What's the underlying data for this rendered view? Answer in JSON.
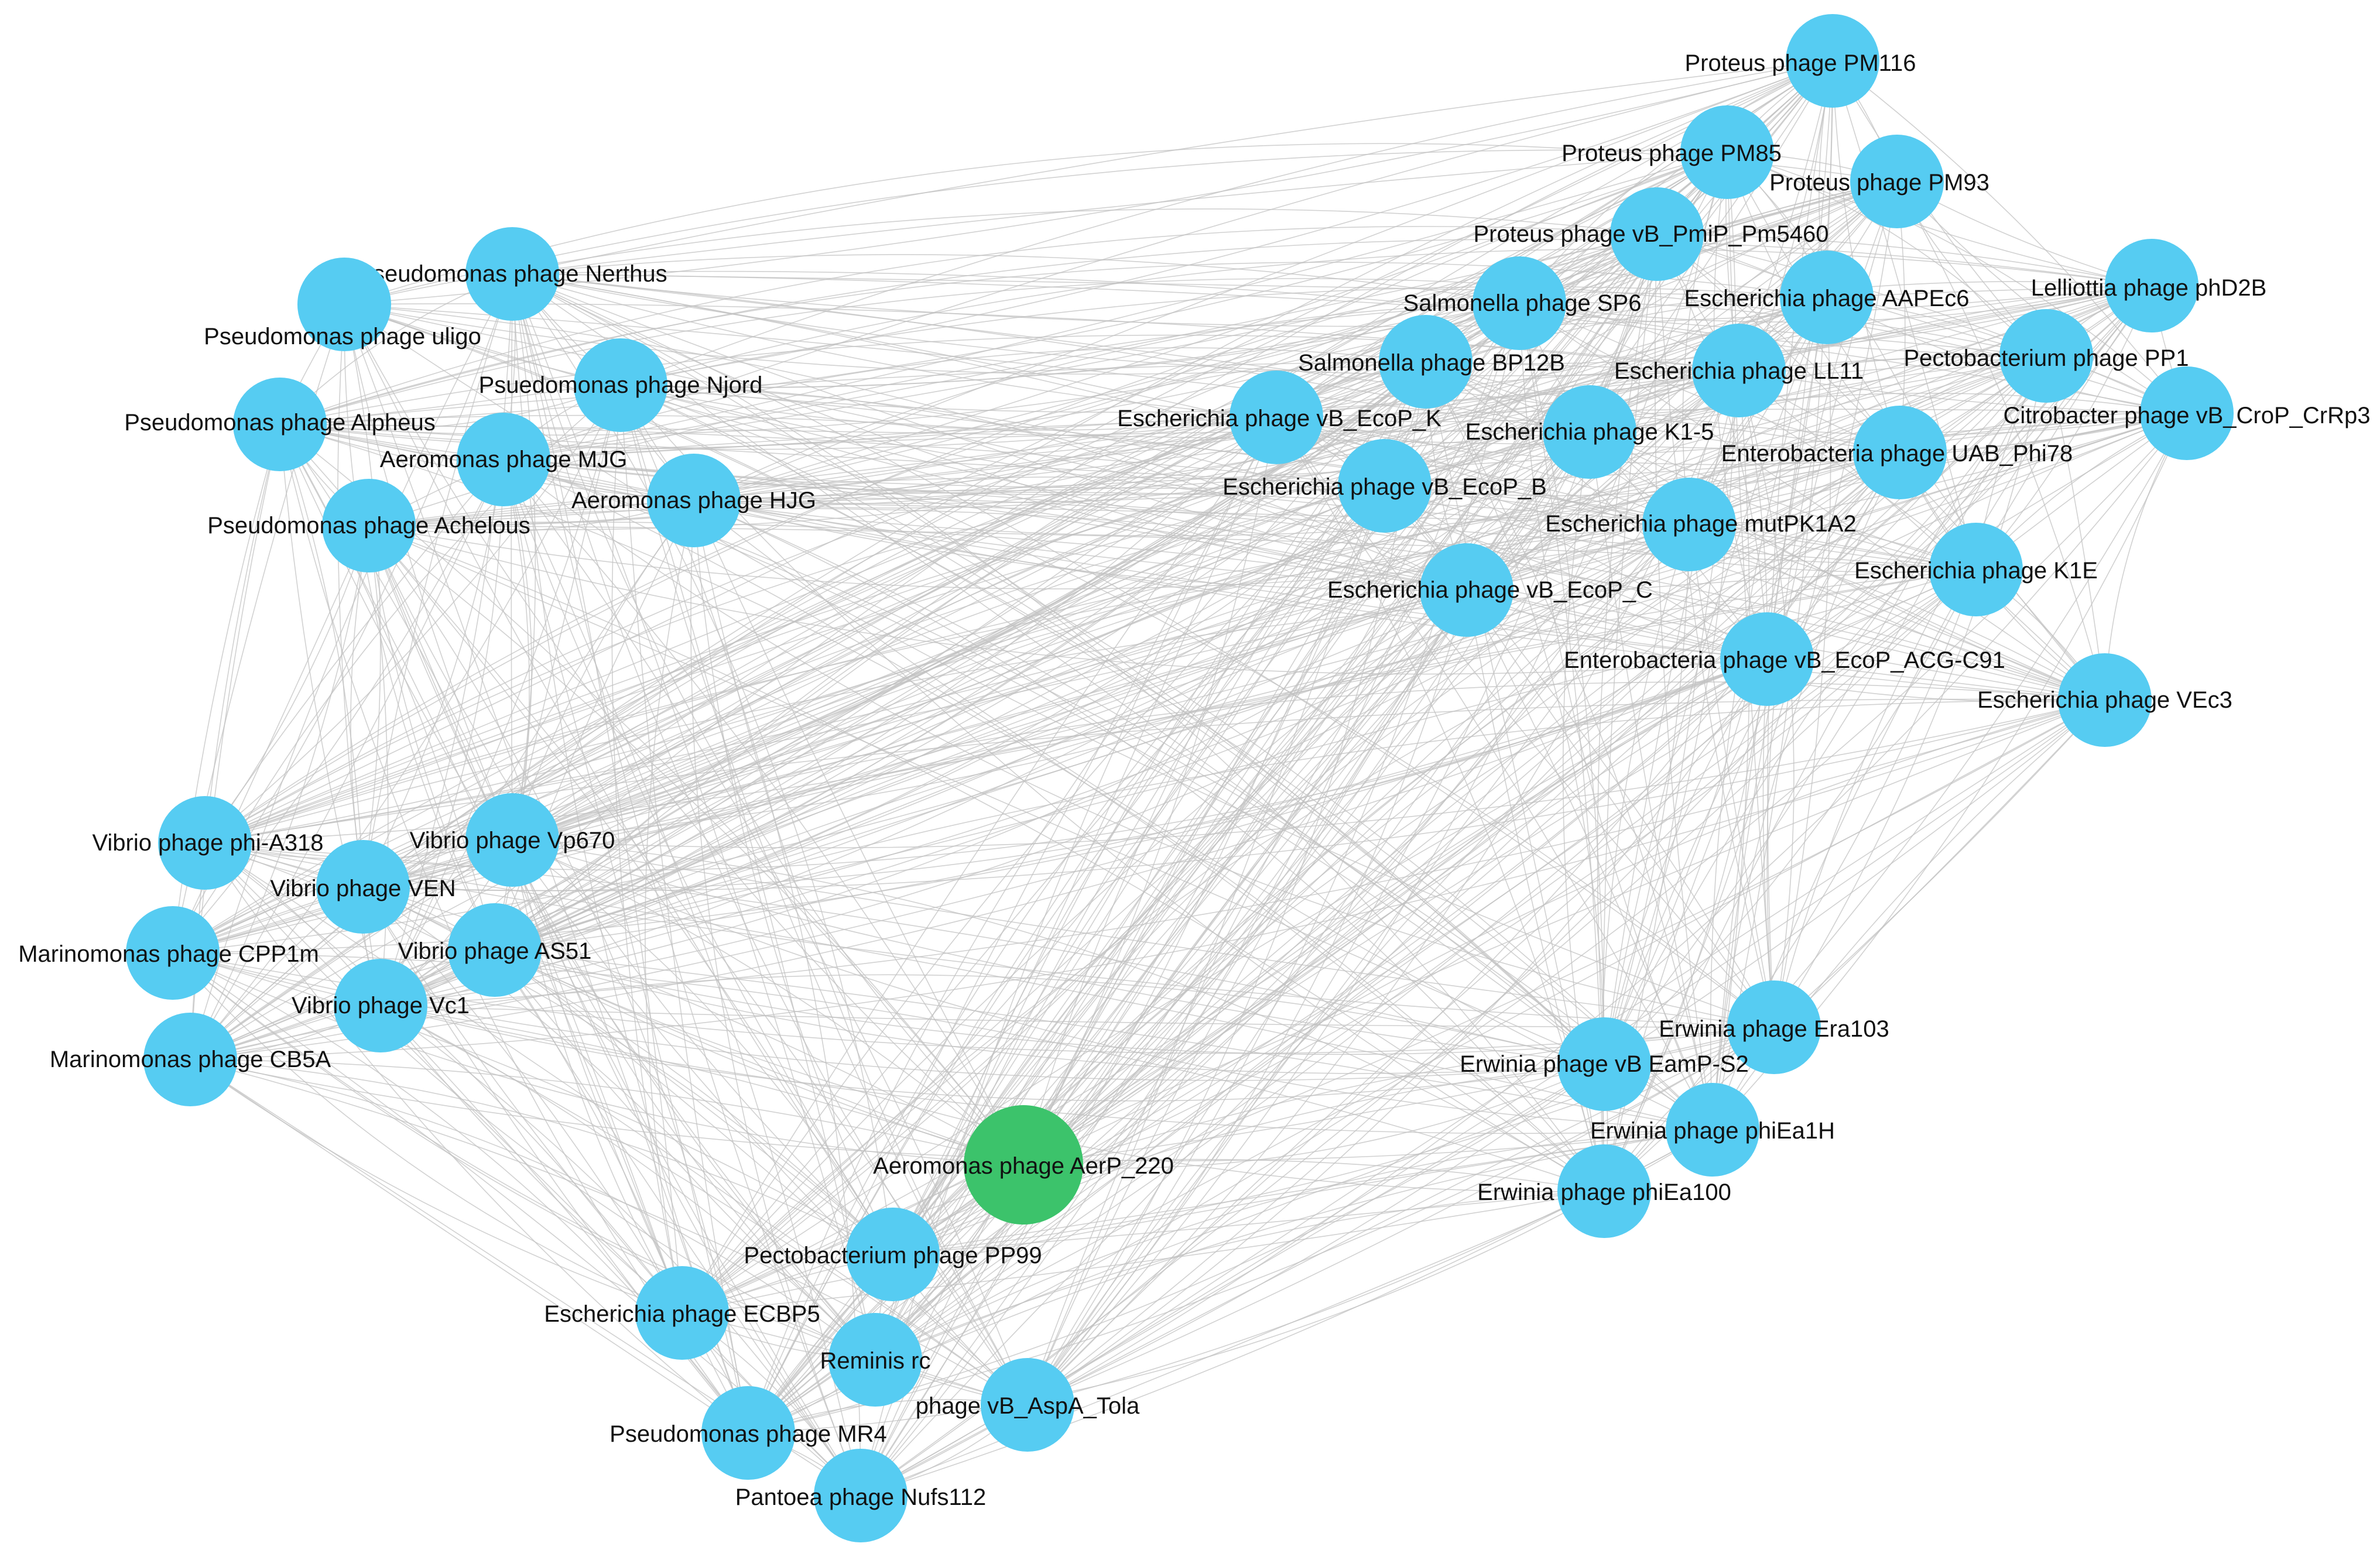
{
  "colors": {
    "background": "#ffffff",
    "node_default": "#56CCF2",
    "node_highlight": "#3CC36B",
    "edge": "#c2c2c2",
    "label": "#111111"
  },
  "highlight_node": "Aeromonas phage AerP_220",
  "nodes": [
    {
      "id": "n1",
      "label": "Proteus phage PM116"
    },
    {
      "id": "n2",
      "label": "Proteus phage PM85"
    },
    {
      "id": "n3",
      "label": "Proteus phage PM93"
    },
    {
      "id": "n4",
      "label": "Proteus phage vB_PmiP_Pm5460"
    },
    {
      "id": "n5",
      "label": "Lelliottia phage phD2B"
    },
    {
      "id": "n6",
      "label": "Salmonella phage SP6"
    },
    {
      "id": "n7",
      "label": "Escherichia phage AAPEc6"
    },
    {
      "id": "n8",
      "label": "Salmonella phage BP12B"
    },
    {
      "id": "n9",
      "label": "Escherichia phage LL11"
    },
    {
      "id": "n10",
      "label": "Pectobacterium phage PP1"
    },
    {
      "id": "n11",
      "label": "Escherichia phage vB_EcoP_K"
    },
    {
      "id": "n12",
      "label": "Escherichia phage K1-5"
    },
    {
      "id": "n13",
      "label": "Citrobacter phage vB_CroP_CrRp3"
    },
    {
      "id": "n14",
      "label": "Enterobacteria phage UAB_Phi78"
    },
    {
      "id": "n15",
      "label": "Escherichia phage vB_EcoP_B"
    },
    {
      "id": "n16",
      "label": "Escherichia phage mutPK1A2"
    },
    {
      "id": "n17",
      "label": "Escherichia phage K1E"
    },
    {
      "id": "n18",
      "label": "Escherichia phage vB_EcoP_C"
    },
    {
      "id": "n19",
      "label": "Enterobacteria phage vB_EcoP_ACG-C91"
    },
    {
      "id": "n20",
      "label": "Escherichia phage VEc3"
    },
    {
      "id": "n21",
      "label": "Pseudomonas phage Nerthus"
    },
    {
      "id": "n22",
      "label": "Pseudomonas phage uligo"
    },
    {
      "id": "n23",
      "label": "Psuedomonas phage Njord"
    },
    {
      "id": "n24",
      "label": "Pseudomonas phage Alpheus"
    },
    {
      "id": "n25",
      "label": "Aeromonas phage MJG"
    },
    {
      "id": "n26",
      "label": "Aeromonas phage HJG"
    },
    {
      "id": "n27",
      "label": "Pseudomonas phage Achelous"
    },
    {
      "id": "n28",
      "label": "Vibrio phage phi-A318"
    },
    {
      "id": "n29",
      "label": "Vibrio phage Vp670"
    },
    {
      "id": "n30",
      "label": "Vibrio phage VEN"
    },
    {
      "id": "n31",
      "label": "Marinomonas phage CPP1m"
    },
    {
      "id": "n32",
      "label": "Vibrio phage AS51"
    },
    {
      "id": "n33",
      "label": "Vibrio phage Vc1"
    },
    {
      "id": "n34",
      "label": "Marinomonas phage CB5A"
    },
    {
      "id": "n35",
      "label": "Erwinia phage Era103"
    },
    {
      "id": "n36",
      "label": "Erwinia phage vB EamP-S2"
    },
    {
      "id": "n37",
      "label": "Erwinia phage phiEa1H"
    },
    {
      "id": "n38",
      "label": "Erwinia phage phiEa100"
    },
    {
      "id": "n39",
      "label": "Aeromonas phage AerP_220"
    },
    {
      "id": "n40",
      "label": "Pectobacterium phage PP99"
    },
    {
      "id": "n41",
      "label": "Escherichia phage ECBP5"
    },
    {
      "id": "n42",
      "label": "Reminis rc"
    },
    {
      "id": "n43",
      "label": "phage vB_AspA_Tola"
    },
    {
      "id": "n44",
      "label": "Pseudomonas phage MR4"
    },
    {
      "id": "n45",
      "label": "Pantoea phage Nufs112"
    }
  ]
}
